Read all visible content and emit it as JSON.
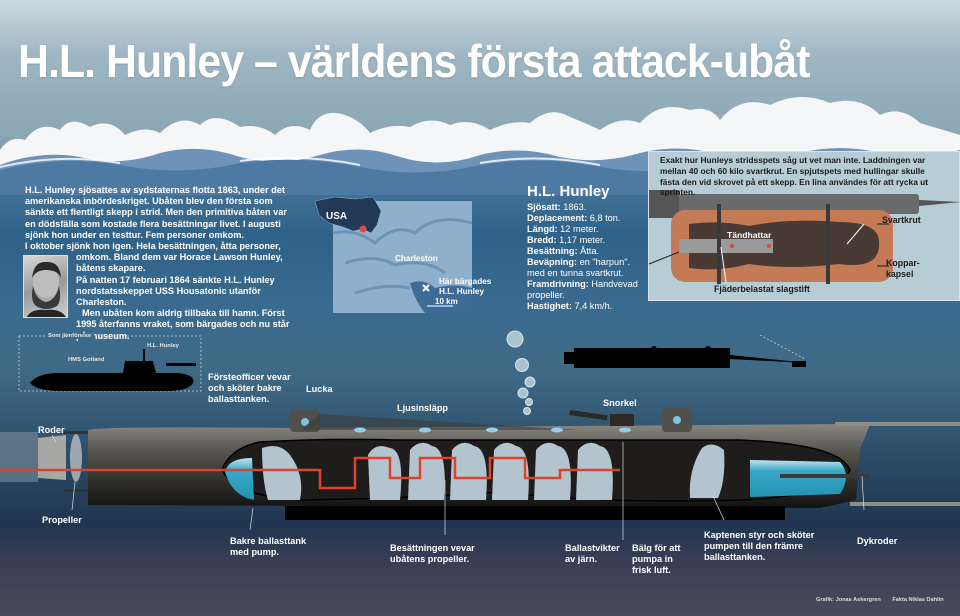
{
  "title": "H.L. Hunley – världens första attack-ubåt",
  "intro": {
    "paragraph_1": "H.L. Hunley sjösattes av sydstaternas flotta 1863, under det amerikanska inbördeskriget. Ubåten blev den första som sänkte ett fientligt skepp i strid. Men den primitiva båten var en dödsfälla som kostade flera besättningar livet. I augusti sjönk hon under en testtur. Fem personer omkom.",
    "paragraph_2a": "I oktober sjönk hon igen. Hela besättningen, åtta personer,",
    "paragraph_2b": "omkom. Bland dem var Horace Lawson Hunley, båtens skapare.",
    "paragraph_3": "På natten 17 februari 1864 sänkte H.L.  Hunley nordstatsskeppet USS Housatonic utanför Charleston.",
    "paragraph_4": "Men ubåten kom aldrig tillbaka till hamn. Först 1995 återfanns vraket, som bärgades och nu står på museum.",
    "portrait_alt": "Horace Lawson Hunley"
  },
  "map": {
    "country_label": "USA",
    "city_label": "Charleston",
    "salvage_label_line1": "Här bärgades",
    "salvage_label_line2": "H.L. Hunley",
    "scale_label": "10 km",
    "marker_color": "#e8453c"
  },
  "facts": {
    "heading": "H.L. Hunley",
    "rows": [
      {
        "key": "Sjösatt:",
        "value": " 1863."
      },
      {
        "key": "Deplacement:",
        "value": " 6,8 ton."
      },
      {
        "key": "Längd:",
        "value": " 12 meter."
      },
      {
        "key": "Bredd:",
        "value": " 1,17 meter."
      },
      {
        "key": "Besättning:",
        "value": " Åtta."
      },
      {
        "key": "Beväpning:",
        "value": " en \"harpun\". med en tunna svartkrut."
      },
      {
        "key": "Framdrivning:",
        "value": " Handvevad propeller."
      },
      {
        "key": "Hastighet:",
        "value": " 7,4 km/h."
      }
    ]
  },
  "warhead": {
    "description": "Exakt hur Hunleys stridsspets såg ut vet man inte. Laddningen var mellan 40 och 60 kilo svartkrut. En spjutspets med hullingar skulle fästa den vid skrovet på ett skepp. En lina användes för att rycka ut sprinten.",
    "labels": {
      "blackpowder": "Svartkrut",
      "detonators": "Tändhattar",
      "copper_line1": "Koppar-",
      "copper_line2": "kapsel",
      "firing_pin": "Fjäderbelastat slagstift"
    }
  },
  "comparison": {
    "heading": "Som jämförelse",
    "gotland_label": "HMS Gotland",
    "hunley_label": "H.L. Hunley"
  },
  "callouts": {
    "first_officer": [
      "Försteofficer vevar",
      "och sköter bakre",
      "ballasttanken."
    ],
    "hatch": "Lucka",
    "skylight": "Ljusinsläpp",
    "snorkel": "Snorkel",
    "rudder": "Roder",
    "propeller": "Propeller",
    "rear_ballast": [
      "Bakre ballasttank",
      "med pump."
    ],
    "crew": [
      "Besättningen vevar",
      "ubåtens propeller."
    ],
    "ballast_weights": [
      "Ballastvikter",
      "av järn."
    ],
    "bellows": [
      "Bälg för att",
      "pumpa in",
      "frisk luft."
    ],
    "captain": [
      "Kaptenen styr och sköter",
      "pumpen till den främre",
      "ballasttanken."
    ],
    "dive_planes": "Dykroder"
  },
  "credits": {
    "graphics": "Grafik: Jonas Askergren",
    "facts": "Fakta Niklas Dahlin"
  },
  "colors": {
    "crank_line": "#e0412a",
    "water": "#3aa8c8",
    "hull": "#3b3a36"
  }
}
